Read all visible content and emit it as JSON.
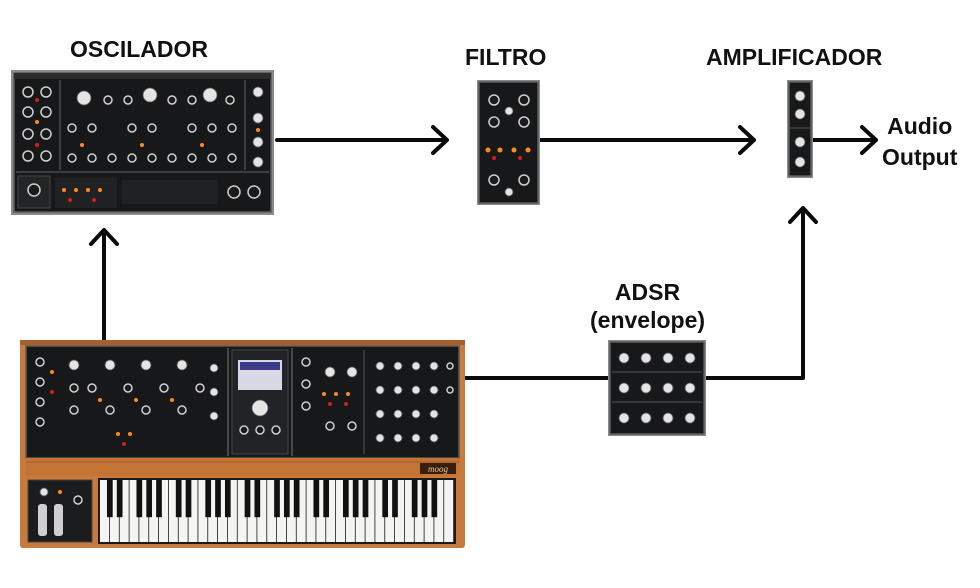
{
  "labels": {
    "oscillator": "OSCILADOR",
    "filter": "FILTRO",
    "amplifier": "AMPLIFICADOR",
    "audio_output_line1": "Audio",
    "audio_output_line2": "Output",
    "adsr_line1": "ADSR",
    "adsr_line2": "(envelope)"
  },
  "synth_brand": "moog",
  "colors": {
    "panel": "#17181a",
    "wood": "#c77a3c",
    "lamp": "#ff8a1e",
    "arrow": "#0a0a0a"
  }
}
